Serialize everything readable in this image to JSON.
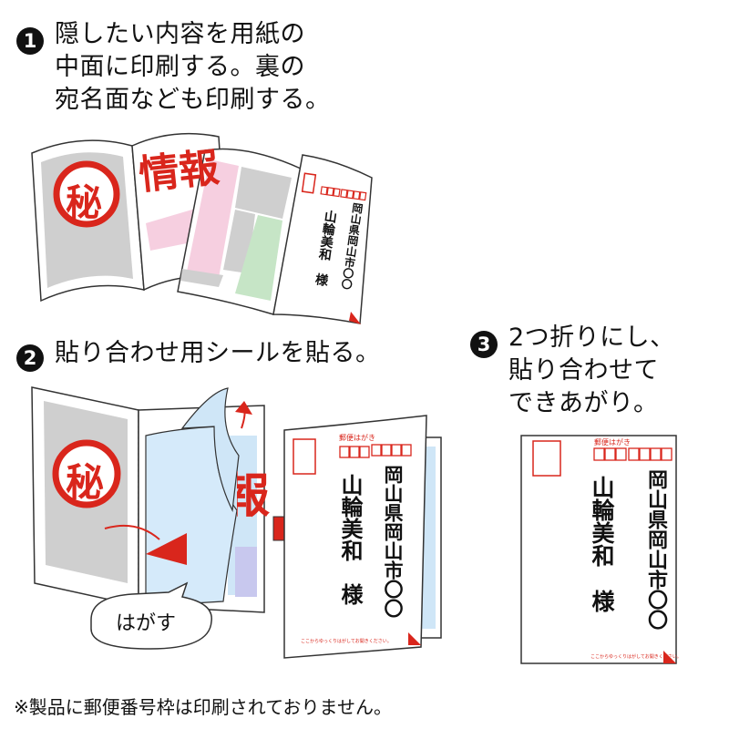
{
  "step1": {
    "number": "1",
    "lines": [
      "隠したい内容を用紙の",
      "中面に印刷する。裏の",
      "宛名面なども印刷する。"
    ]
  },
  "step2": {
    "number": "2",
    "lines": [
      "貼り合わせ用シールを貼る。"
    ]
  },
  "step3": {
    "number": "3",
    "lines": [
      "2つ折りにし、",
      "貼り合わせて",
      "できあがり。"
    ]
  },
  "footnote": "※製品に郵便番号枠は印刷されておりません。",
  "illustration": {
    "secret_mark": "秘",
    "info_text": "情報",
    "info_fragment": "報",
    "peel_label": "はがす",
    "postcard_header": "郵便はがき",
    "address": "岡山県岡山市〇〇",
    "recipient": "山輪美和　様",
    "postcard_note": "ここからゆっくりはがしてお開きください。",
    "colors": {
      "red": "#d9261c",
      "gray": "#c9c9c9",
      "pink": "#f6cfe0",
      "green": "#c6e5c6",
      "blue": "#cfe6f7"
    }
  }
}
